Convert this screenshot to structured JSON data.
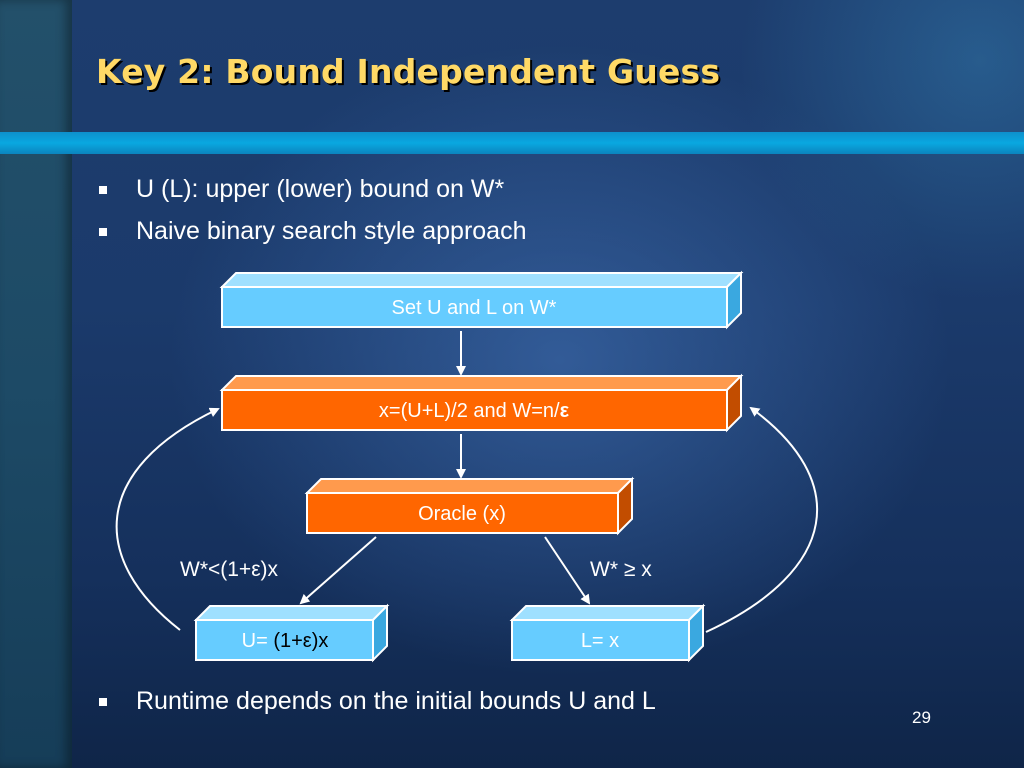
{
  "slide": {
    "title": "Key 2: Bound Independent Guess",
    "bullets": [
      "U (L): upper (lower) bound on W*",
      "Naive binary search style approach"
    ],
    "bottom_bullet": "Runtime depends on the initial bounds U and L",
    "page_number": "29"
  },
  "diagram": {
    "boxes": {
      "set_bounds": "Set U and L on W*",
      "midpoint_prefix": "x=(U+L)/2 and W=n/",
      "midpoint_epsilon": "ε",
      "oracle": "Oracle (x)",
      "update_upper_prefix": "U= ",
      "update_upper_value": "(1+ε)x",
      "update_lower": "L= x"
    },
    "edge_labels": {
      "less_than": "W*<(1+ε)x",
      "greater_equal": "W* ≥ x"
    }
  },
  "colors": {
    "title": "#ffd966",
    "light_box": "#66ccff",
    "orange_box": "#ff6600",
    "arrow": "#ffffff"
  }
}
